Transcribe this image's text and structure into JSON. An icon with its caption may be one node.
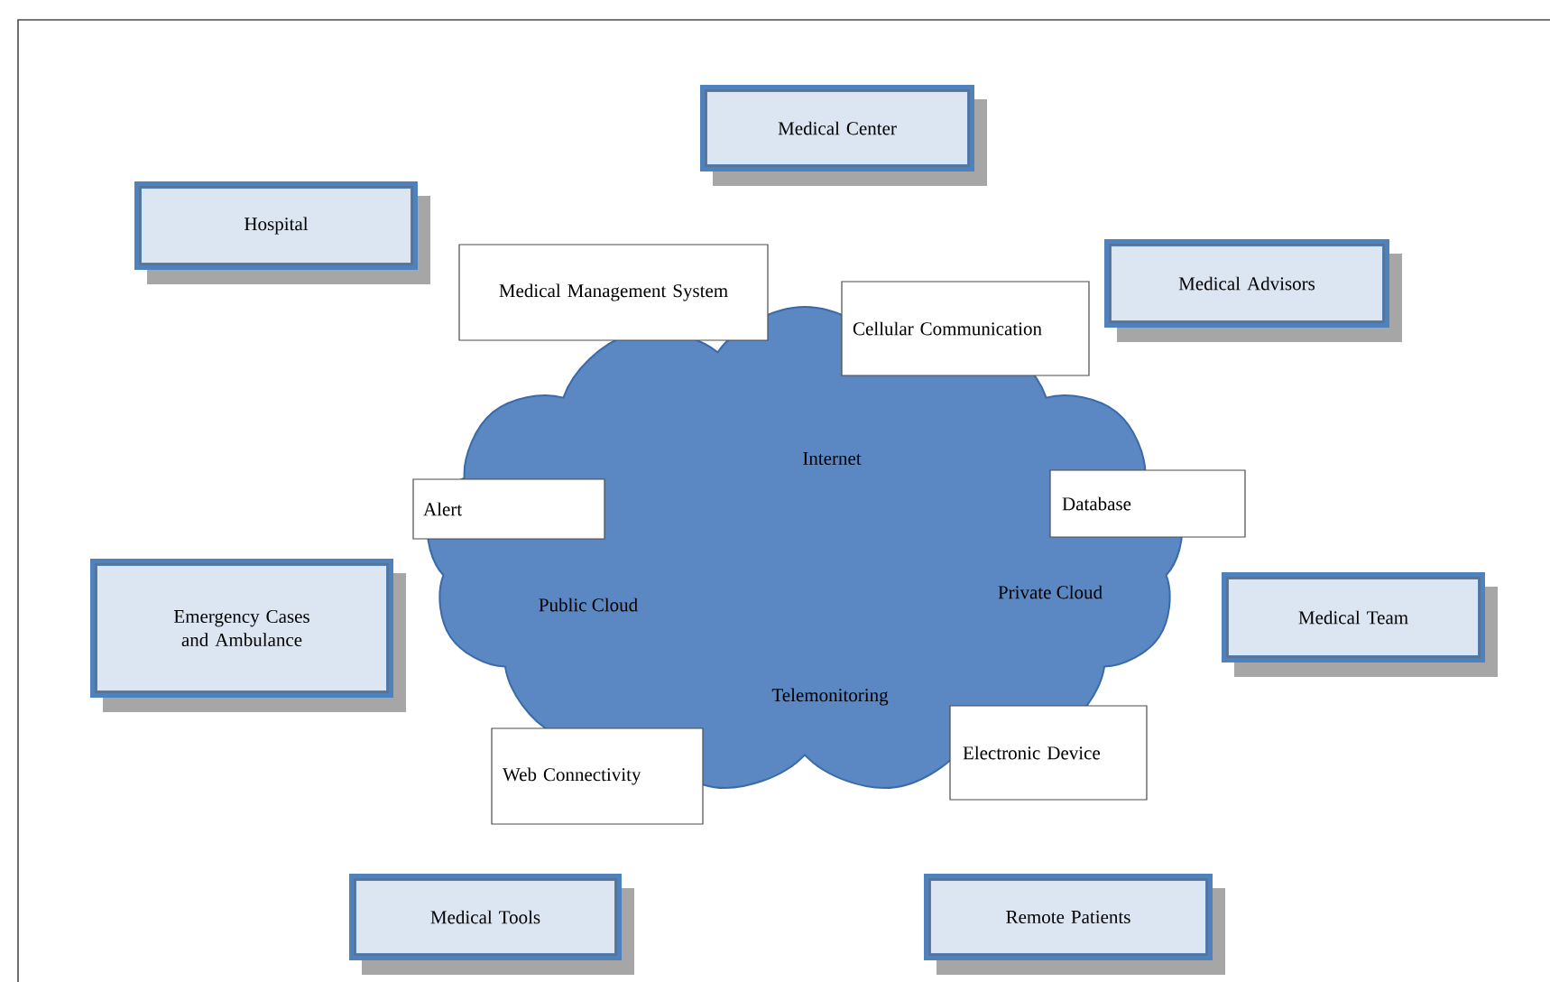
{
  "diagram": {
    "nodes": [
      {
        "text": [
          "Medical Center"
        ]
      },
      {
        "text": [
          "Hospital"
        ]
      },
      {
        "text": [
          "Medical Advisors"
        ]
      },
      {
        "text": [
          "Emergency Cases and Ambulance"
        ]
      },
      {
        "text": [
          "Medical Team"
        ]
      },
      {
        "text": [
          "Medical Tools"
        ]
      },
      {
        "text": [
          "Remote Patients"
        ]
      },
      {
        "text": [
          "Internet",
          "Public Cloud",
          "Private Cloud",
          "Telemonitoring"
        ]
      },
      {
        "text": [
          "Medical Management System"
        ]
      },
      {
        "text": [
          "Cellular Communication"
        ]
      },
      {
        "text": [
          "Alert"
        ]
      },
      {
        "text": [
          "Database"
        ]
      },
      {
        "text": [
          "Web Connectivity"
        ]
      },
      {
        "text": [
          "Electronic Device"
        ]
      }
    ],
    "edges": []
  }
}
